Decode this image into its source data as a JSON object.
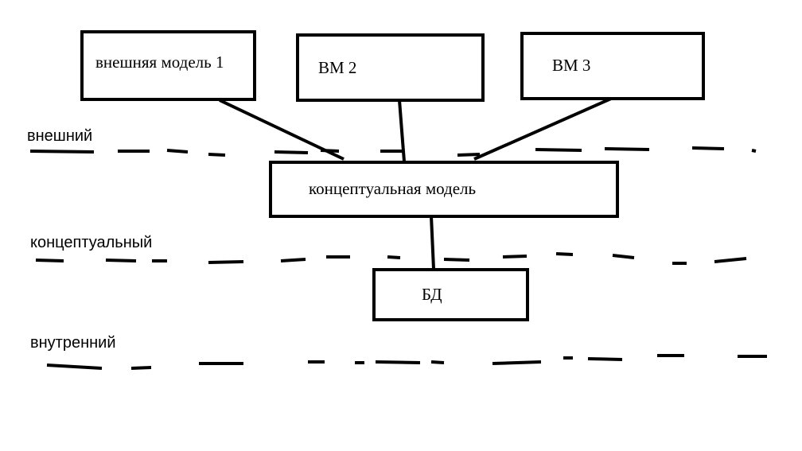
{
  "diagram": {
    "boxes": {
      "external_model_1": "внешняя модель 1",
      "vm2": "ВМ 2",
      "vm3": "ВМ 3",
      "conceptual_model": "концептуальная модель",
      "db": "БД"
    },
    "levels": {
      "external": "внешний",
      "conceptual": "концептуальный",
      "internal": "внутренний"
    }
  }
}
